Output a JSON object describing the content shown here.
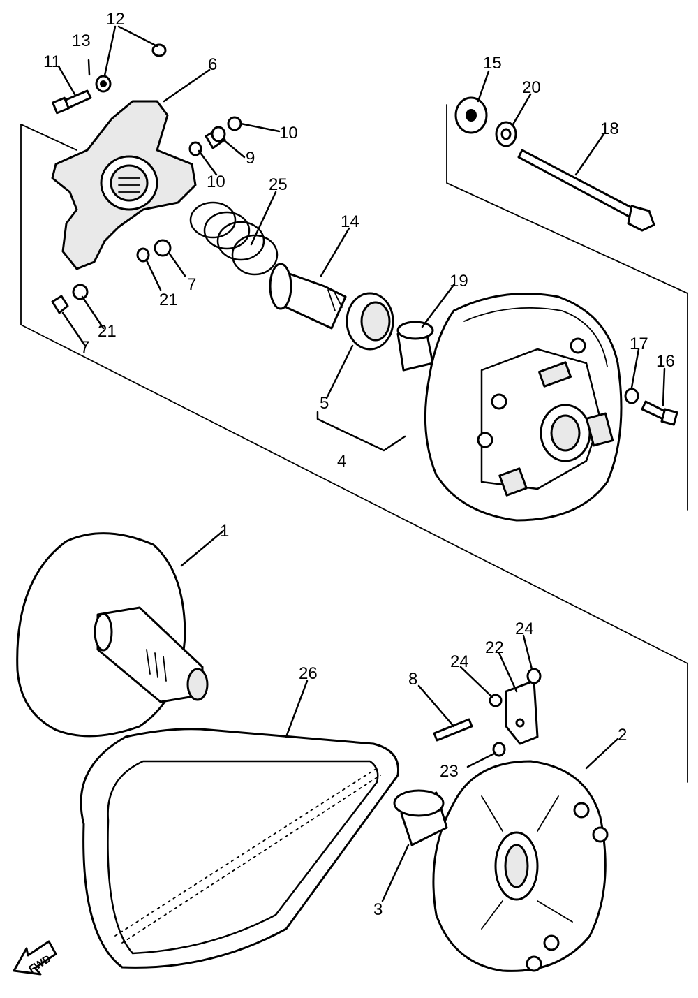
{
  "callouts": {
    "p1": "1",
    "p2": "2",
    "p3": "3",
    "p4": "4",
    "p5": "5",
    "p6": "6",
    "p7a": "7",
    "p7b": "7",
    "p8": "8",
    "p9": "9",
    "p10a": "10",
    "p10b": "10",
    "p11": "11",
    "p12": "12",
    "p13": "13",
    "p14": "14",
    "p15": "15",
    "p16": "16",
    "p17": "17",
    "p18": "18",
    "p19": "19",
    "p20": "20",
    "p21a": "21",
    "p21b": "21",
    "p22": "22",
    "p23": "23",
    "p24a": "24",
    "p24b": "24",
    "p25": "25",
    "p26": "26"
  },
  "direction_arrow": "FWD"
}
